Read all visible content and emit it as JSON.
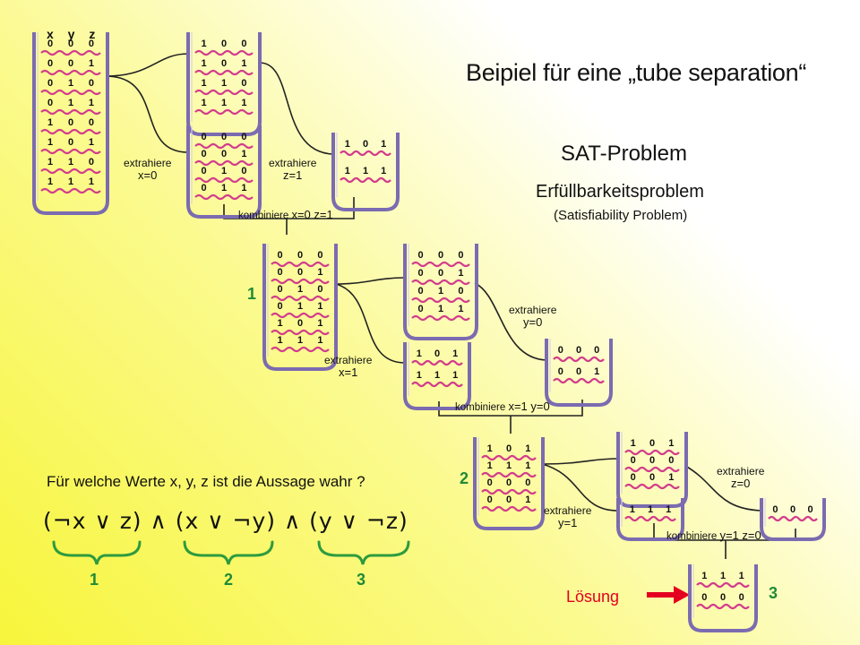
{
  "title": "Beipiel für eine „tube separation“",
  "sat_heading": "SAT-Problem",
  "sat_subheading": "Erfüllbarkeitsproblem",
  "sat_english": "(Satisfiability Problem)",
  "question": "Für welche Werte x, y, z ist die Aussage wahr ?",
  "formula": "(¬x ∨ z) ∧ (x ∨ ¬y) ∧ (y ∨ ¬z)",
  "clause_numbers": [
    "1",
    "2",
    "3"
  ],
  "step_numbers": [
    "1",
    "2",
    "3"
  ],
  "solution_label": "Lösung",
  "header_vars": "x y z",
  "tubes": [
    {
      "id": "t0",
      "rows": [
        "000",
        "001",
        "010",
        "011",
        "100",
        "101",
        "110",
        "111"
      ]
    },
    {
      "id": "t1",
      "rows": [
        "100",
        "101",
        "110",
        "111"
      ]
    },
    {
      "id": "t2",
      "rows": [
        "000",
        "001",
        "010",
        "011"
      ]
    },
    {
      "id": "t3",
      "rows": [
        "101",
        "111"
      ]
    },
    {
      "id": "t4",
      "rows": [
        "000",
        "001",
        "010",
        "011",
        "101",
        "111"
      ]
    },
    {
      "id": "t5",
      "rows": [
        "000",
        "001",
        "010",
        "011"
      ]
    },
    {
      "id": "t6",
      "rows": [
        "101",
        "111"
      ]
    },
    {
      "id": "t7",
      "rows": [
        "000",
        "001"
      ]
    },
    {
      "id": "t8",
      "rows": [
        "101",
        "111",
        "000",
        "001"
      ]
    },
    {
      "id": "t9",
      "rows": [
        "101",
        "000",
        "001"
      ]
    },
    {
      "id": "t10",
      "rows": [
        "111"
      ]
    },
    {
      "id": "t11",
      "rows": [
        "000"
      ]
    },
    {
      "id": "t12",
      "rows": [
        "111",
        "000"
      ]
    }
  ],
  "labels": {
    "extract_x0": {
      "verb": "extrahiere",
      "cond": "x=0"
    },
    "extract_z1": {
      "verb": "extrahiere",
      "cond": "z=1"
    },
    "combine_1": {
      "verb": "kombiniere",
      "cond": "x=0 z=1"
    },
    "extract_x1": {
      "verb": "extrahiere",
      "cond": "x=1"
    },
    "extract_y0": {
      "verb": "extrahiere",
      "cond": "y=0"
    },
    "combine_2": {
      "verb": "kombiniere",
      "cond": "x=1 y=0"
    },
    "extract_y1": {
      "verb": "extrahiere",
      "cond": "y=1"
    },
    "extract_z0": {
      "verb": "extrahiere",
      "cond": "z=0"
    },
    "combine_3": {
      "verb": "kombiniere",
      "cond": "y=1 z=0"
    }
  },
  "colors": {
    "tube_outline": "#7b6bb0",
    "dna_strand": "#d23c8c",
    "clause_brace": "#2e9b3e",
    "solution_arrow": "#e4001f"
  }
}
